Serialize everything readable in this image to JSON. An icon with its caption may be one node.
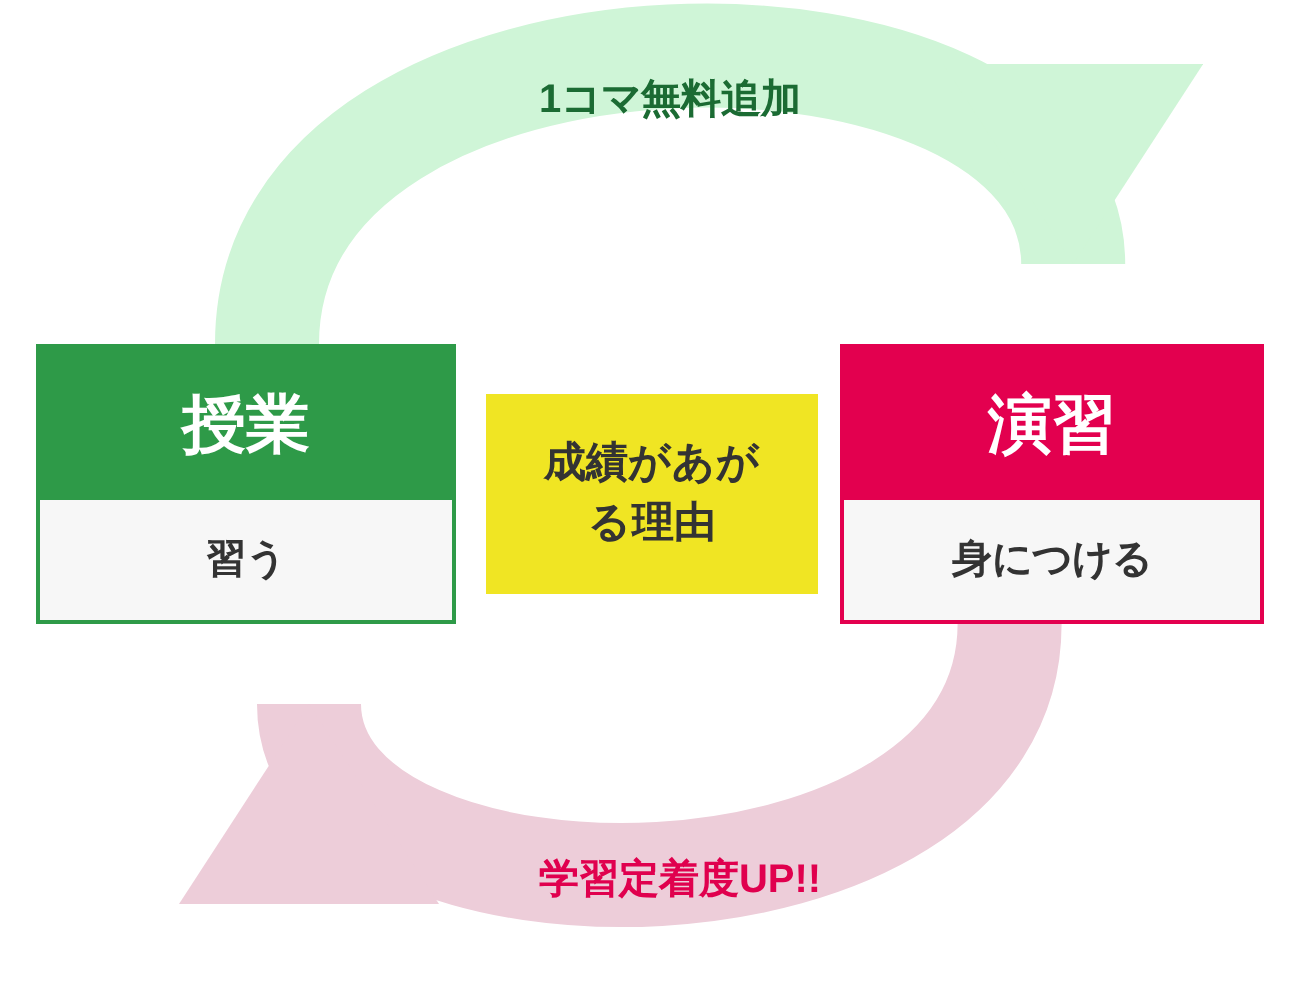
{
  "diagram": {
    "nodes": [
      {
        "text": [
          "授業",
          "習う"
        ]
      },
      {
        "text": [
          "成績があがる理由"
        ]
      },
      {
        "text": [
          "演習",
          "身につける"
        ]
      }
    ],
    "edges": [
      {
        "from": 0,
        "to": 2,
        "arrow": "to",
        "label": "1コマ無料追加",
        "color": "#cff5d7"
      },
      {
        "from": 2,
        "to": 0,
        "arrow": "to",
        "label": "学習定着度UP!!",
        "color": "#edcdd9"
      }
    ]
  }
}
